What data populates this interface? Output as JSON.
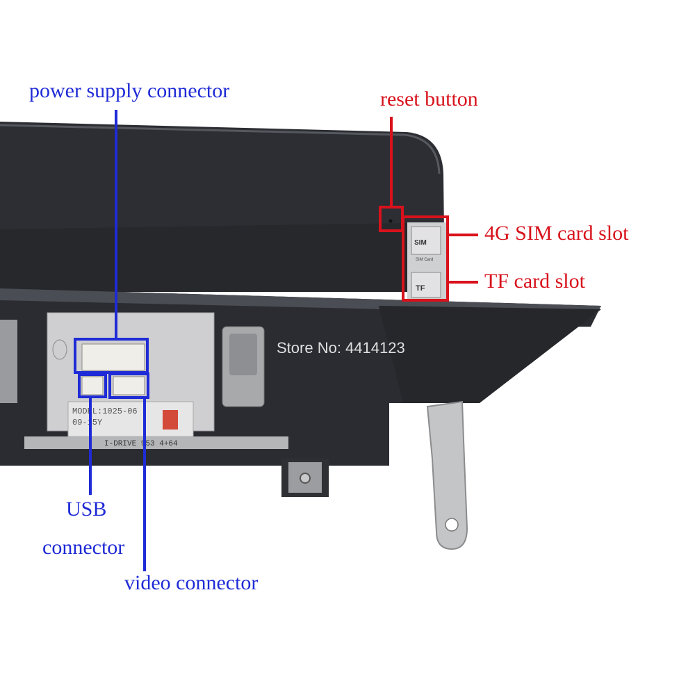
{
  "labels": {
    "power_supply": "power supply connector",
    "reset_button": "reset button",
    "sim_slot": "4G SIM card slot",
    "tf_slot": "TF card slot",
    "usb_line1": "USB",
    "usb_line2": "connector",
    "video": "video connector"
  },
  "watermark": "Store No: 4414123",
  "device_markings": {
    "sim": "SIM",
    "sim_card": "SIM Card",
    "tf": "TF",
    "model_line1": "MODEL:1025-06",
    "model_line2": "09-15Y",
    "drive_line": "I-DRIVE 953 4+64"
  },
  "colors": {
    "callout_blue": "#1f2bd6",
    "callout_red": "#d8121c",
    "device_dark": "#2f3136"
  }
}
